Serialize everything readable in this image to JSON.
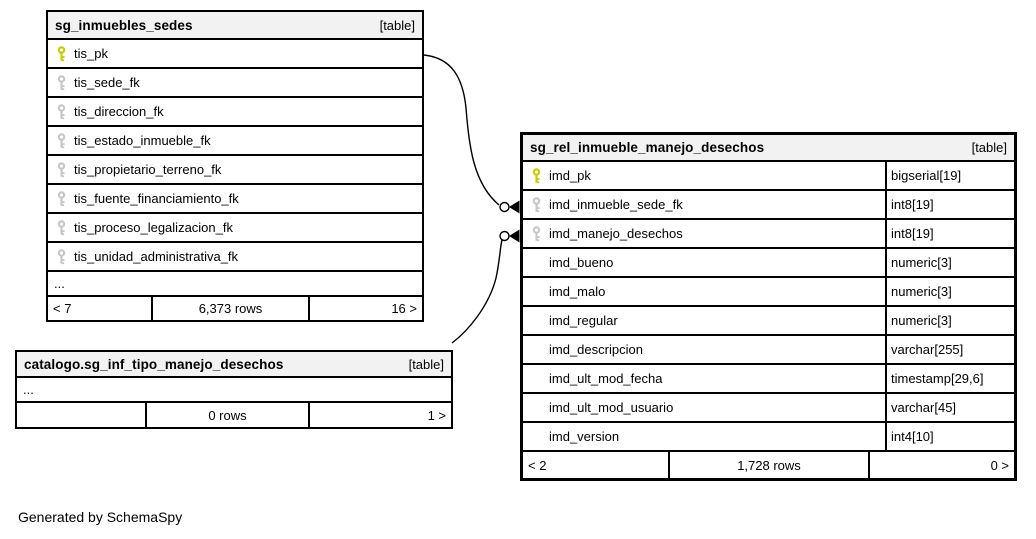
{
  "colors": {
    "pk_key": "#c9c900",
    "fk_key": "#c6c6c6",
    "header_bg": "#f2f2f2",
    "border": "#000000",
    "background": "#ffffff"
  },
  "t1": {
    "name": "sg_inmuebles_sedes",
    "badge": "[table]",
    "columns": [
      {
        "name": "tis_pk",
        "key": "pk"
      },
      {
        "name": "tis_sede_fk",
        "key": "fk"
      },
      {
        "name": "tis_direccion_fk",
        "key": "fk"
      },
      {
        "name": "tis_estado_inmueble_fk",
        "key": "fk"
      },
      {
        "name": "tis_propietario_terreno_fk",
        "key": "fk"
      },
      {
        "name": "tis_fuente_financiamiento_fk",
        "key": "fk"
      },
      {
        "name": "tis_proceso_legalizacion_fk",
        "key": "fk"
      },
      {
        "name": "tis_unidad_administrativa_fk",
        "key": "fk"
      }
    ],
    "ellipsis": "...",
    "footer": {
      "prev": "< 7",
      "rows": "6,373 rows",
      "next": "16 >"
    }
  },
  "t2": {
    "name": "catalogo.sg_inf_tipo_manejo_desechos",
    "badge": "[table]",
    "ellipsis": "...",
    "footer": {
      "prev": "",
      "rows": "0 rows",
      "next": "1 >"
    }
  },
  "t3": {
    "name": "sg_rel_inmueble_manejo_desechos",
    "badge": "[table]",
    "columns": [
      {
        "name": "imd_pk",
        "type": "bigserial[19]",
        "key": "pk"
      },
      {
        "name": "imd_inmueble_sede_fk",
        "type": "int8[19]",
        "key": "fk"
      },
      {
        "name": "imd_manejo_desechos",
        "type": "int8[19]",
        "key": "fk"
      },
      {
        "name": "imd_bueno",
        "type": "numeric[3]",
        "key": ""
      },
      {
        "name": "imd_malo",
        "type": "numeric[3]",
        "key": ""
      },
      {
        "name": "imd_regular",
        "type": "numeric[3]",
        "key": ""
      },
      {
        "name": "imd_descripcion",
        "type": "varchar[255]",
        "key": ""
      },
      {
        "name": "imd_ult_mod_fecha",
        "type": "timestamp[29,6]",
        "key": ""
      },
      {
        "name": "imd_ult_mod_usuario",
        "type": "varchar[45]",
        "key": ""
      },
      {
        "name": "imd_version",
        "type": "int4[10]",
        "key": ""
      }
    ],
    "footer": {
      "prev": "< 2",
      "rows": "1,728 rows",
      "next": "0 >"
    }
  },
  "edges": [
    {
      "from": "sg_inmuebles_sedes.tis_pk",
      "to": "sg_rel_inmueble_manejo_desechos.imd_inmueble_sede_fk"
    },
    {
      "from": "catalogo.sg_inf_tipo_manejo_desechos",
      "to": "sg_rel_inmueble_manejo_desechos.imd_manejo_desechos"
    }
  ],
  "footer_note": "Generated by SchemaSpy"
}
